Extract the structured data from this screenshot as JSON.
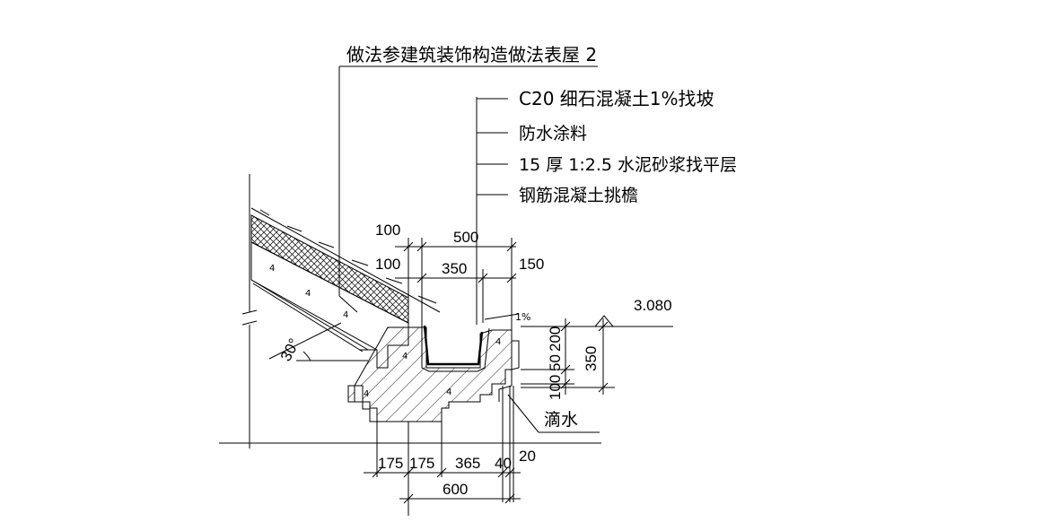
{
  "notes": {
    "reference": "做法参建筑装饰构造做法表屋 2",
    "layers": [
      "C20 细石混凝土1%找坡",
      "防水涂料",
      "15 厚 1:2.5 水泥砂浆找平层",
      "钢筋混凝土挑檐"
    ],
    "drip": "滴水"
  },
  "dimensions": {
    "top_100_a": "100",
    "top_500": "500",
    "top_100_b": "100",
    "top_350": "350",
    "top_150": "150",
    "slope": "1%",
    "elevation": "3.080",
    "right_200": "200",
    "right_50": "50",
    "right_350": "350",
    "right_100": "100",
    "angle": "30°",
    "bottom_175_a": "175",
    "bottom_175_b": "175",
    "bottom_365": "365",
    "bottom_40": "40",
    "bottom_20": "20",
    "bottom_600": "600"
  }
}
